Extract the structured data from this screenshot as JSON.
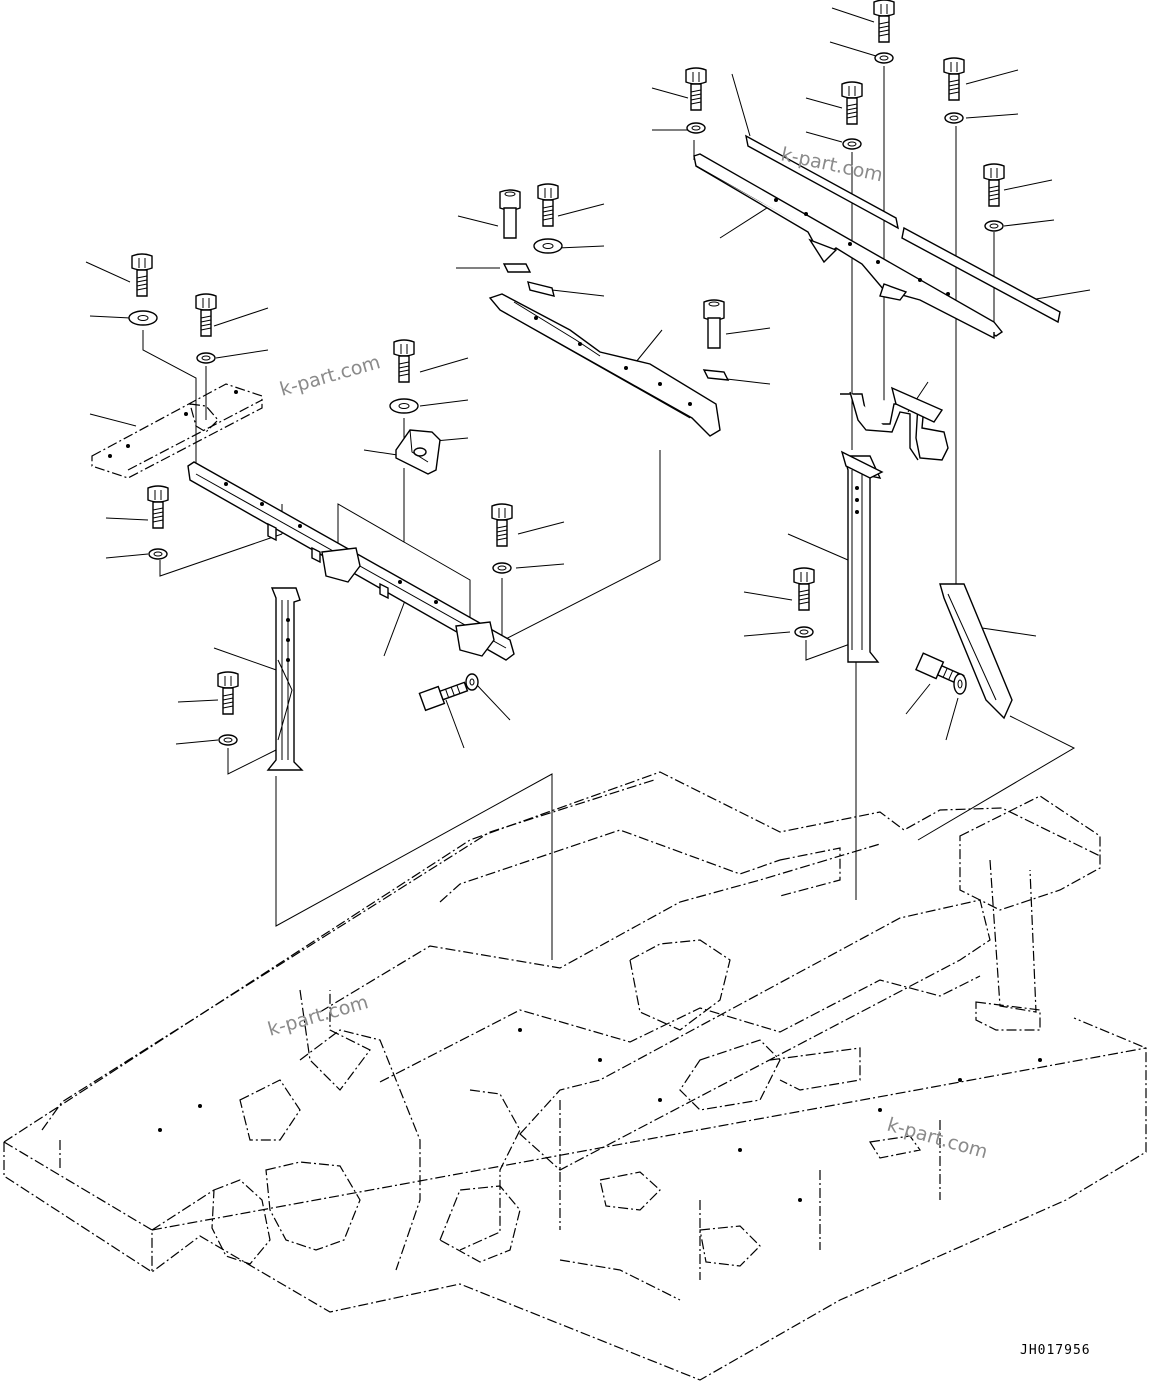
{
  "drawing": {
    "code": "JH017956",
    "watermarks": [
      "k-part.com",
      "k-part.com",
      "k-part.com",
      "k-part.com"
    ]
  },
  "icons": {
    "bolt": "hex-bolt-icon",
    "washer": "washer-icon",
    "bracket": "bracket-icon",
    "beam": "support-beam-icon",
    "column": "support-column-icon",
    "frame": "revolving-frame-icon"
  },
  "colors": {
    "line": "#000000",
    "watermark": "#8a8a8a",
    "background": "#ffffff"
  }
}
